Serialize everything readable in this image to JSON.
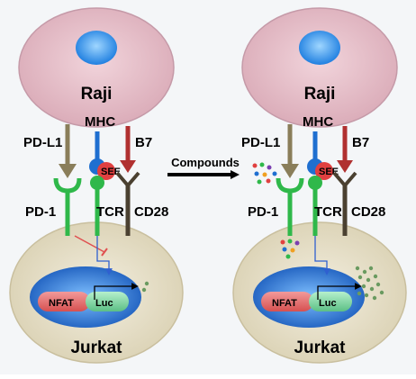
{
  "panels": [
    {
      "id": "left",
      "raji_label": "Raji",
      "jurkat_label": "Jurkat",
      "labels": {
        "pdl1": "PD-L1",
        "mhc": "MHC",
        "b7": "B7",
        "pd1": "PD-1",
        "tcr": "TCR",
        "cd28": "CD28",
        "see": "SEE",
        "nfat": "NFAT",
        "luc": "Luc"
      }
    },
    {
      "id": "right",
      "raji_label": "Raji",
      "jurkat_label": "Jurkat",
      "labels": {
        "pdl1": "PD-L1",
        "mhc": "MHC",
        "b7": "B7",
        "pd1": "PD-1",
        "tcr": "TCR",
        "cd28": "CD28",
        "see": "SEE",
        "nfat": "NFAT",
        "luc": "Luc"
      }
    }
  ],
  "arrow_label": "Compounds",
  "colors": {
    "raji_fill": "#e6c2cc",
    "raji_nucleus": "#2f8ee0",
    "jurkat_fill": "#e6e0c8",
    "jurkat_nucleus": "#1f6fd0",
    "pdl1": "#8a7e5a",
    "pd1": "#2fb84a",
    "mhc": "#1f6fd0",
    "b7": "#b03030",
    "cd28": "#4a4030",
    "inhibit": "#e05050",
    "signal": "#2f60d0",
    "nfat": "#e87070",
    "luc": "#86d6a8",
    "luciferase_dots": "#6a9a60"
  }
}
